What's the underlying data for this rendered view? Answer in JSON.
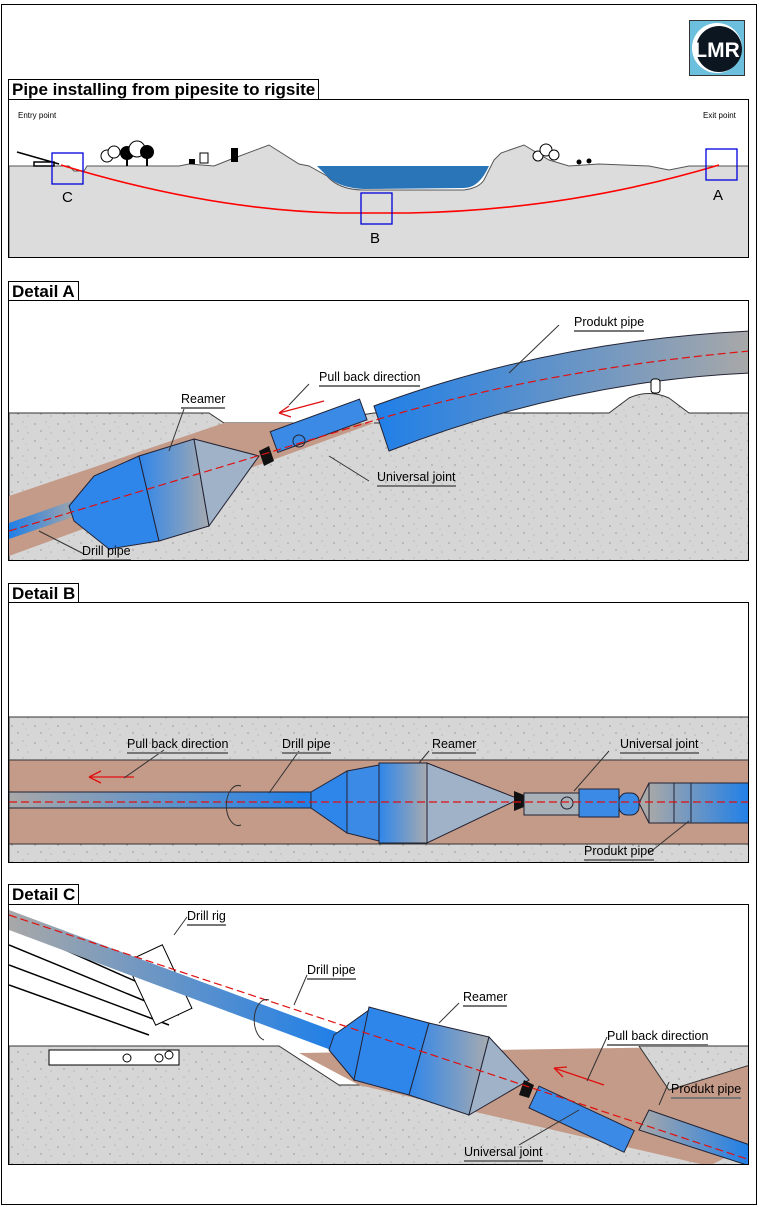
{
  "logo": {
    "text": "LMR",
    "colors": {
      "background": "#6cc0dd",
      "disc": "#0b1620",
      "ring": "#ffffff"
    }
  },
  "overview": {
    "title": "Pipe installing from pipesite to rigsite",
    "entry_label": "Entry point",
    "exit_label": "Exit point",
    "detail_markers": [
      "C",
      "B",
      "A"
    ],
    "colors": {
      "ground": "#dcdcdc",
      "water": "#2a74b8",
      "bore_path": "#ff0000",
      "marker_box": "#0000dd"
    }
  },
  "detail_a": {
    "title": "Detail A",
    "labels": {
      "product_pipe": "Produkt pipe",
      "pull_back": "Pull back direction",
      "reamer": "Reamer",
      "universal_joint": "Universal joint",
      "drill_pipe": "Drill pipe"
    }
  },
  "detail_b": {
    "title": "Detail B",
    "labels": {
      "pull_back": "Pull back direction",
      "drill_pipe": "Drill pipe",
      "reamer": "Reamer",
      "universal_joint": "Universal joint",
      "product_pipe": "Produkt pipe"
    }
  },
  "detail_c": {
    "title": "Detail C",
    "labels": {
      "drill_rig": "Drill rig",
      "drill_pipe": "Drill pipe",
      "reamer": "Reamer",
      "pull_back": "Pull back direction",
      "product_pipe": "Produkt pipe",
      "universal_joint": "Universal joint"
    }
  },
  "colors": {
    "soil": "#d6d6d6",
    "borehole": "#c49a88",
    "pipe_blue": "#1f7fe8",
    "pipe_grey": "#a8a8a8",
    "centerline": "#e01010"
  }
}
